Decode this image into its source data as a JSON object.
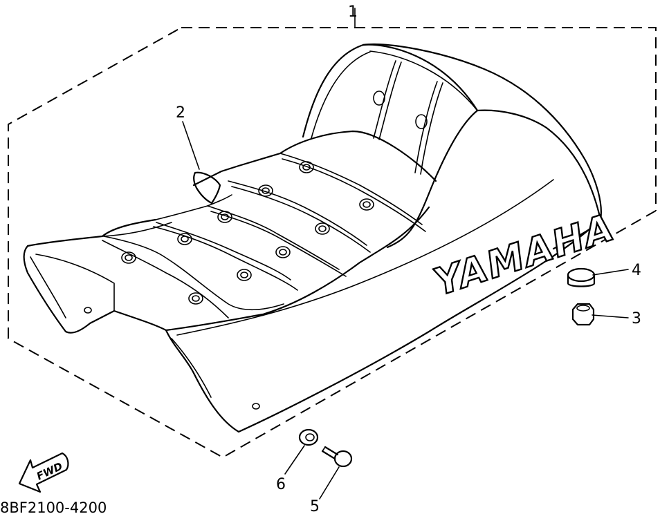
{
  "diagram": {
    "part_code": "8BF2100-4200",
    "brand_text": "YAMAHA",
    "direction_label": "FWD",
    "callouts": [
      {
        "id": "1",
        "label": "1"
      },
      {
        "id": "2",
        "label": "2"
      },
      {
        "id": "3",
        "label": "3"
      },
      {
        "id": "4",
        "label": "4"
      },
      {
        "id": "5",
        "label": "5"
      },
      {
        "id": "6",
        "label": "6"
      }
    ],
    "colors": {
      "ink": "#000000",
      "paper": "#ffffff"
    }
  }
}
